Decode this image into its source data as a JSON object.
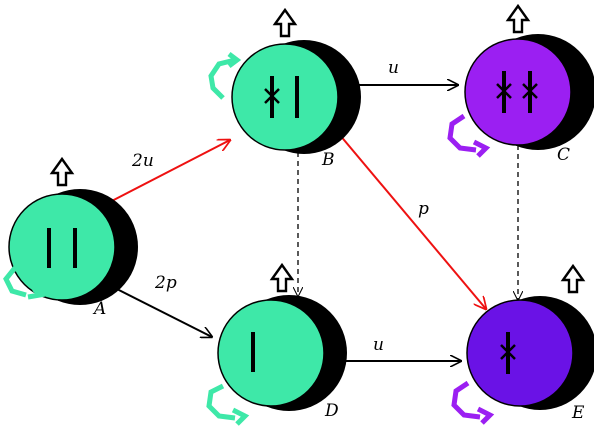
{
  "colors": {
    "green": "#3ee8a8",
    "purple": "#9b1ff2",
    "violet": "#6a12e6",
    "shadow": "#000000",
    "red": "#ee1111",
    "black": "#000000"
  },
  "nodes": [
    {
      "id": "A",
      "label": "A",
      "color": "green",
      "bars": [
        "plain",
        "plain"
      ],
      "loop": "green"
    },
    {
      "id": "B",
      "label": "B",
      "color": "green",
      "bars": [
        "crossed",
        "plain"
      ],
      "loop": "green"
    },
    {
      "id": "C",
      "label": "C",
      "color": "purple",
      "bars": [
        "crossed",
        "crossed"
      ],
      "loop": "purple"
    },
    {
      "id": "D",
      "label": "D",
      "color": "green",
      "bars": [
        "plain"
      ],
      "loop": "green"
    },
    {
      "id": "E",
      "label": "E",
      "color": "violet",
      "bars": [
        "crossed"
      ],
      "loop": "purple"
    }
  ],
  "edges": [
    {
      "from": "A",
      "to": "B",
      "label": "2u",
      "color": "red",
      "style": "solid"
    },
    {
      "from": "A",
      "to": "D",
      "label": "2p",
      "color": "black",
      "style": "solid"
    },
    {
      "from": "B",
      "to": "C",
      "label": "u",
      "color": "black",
      "style": "solid"
    },
    {
      "from": "B",
      "to": "E",
      "label": "p",
      "color": "red",
      "style": "solid"
    },
    {
      "from": "D",
      "to": "E",
      "label": "u",
      "color": "black",
      "style": "solid"
    },
    {
      "from": "B",
      "to": "D",
      "label": "",
      "color": "black",
      "style": "dashed"
    },
    {
      "from": "C",
      "to": "E",
      "label": "",
      "color": "black",
      "style": "dashed"
    }
  ]
}
